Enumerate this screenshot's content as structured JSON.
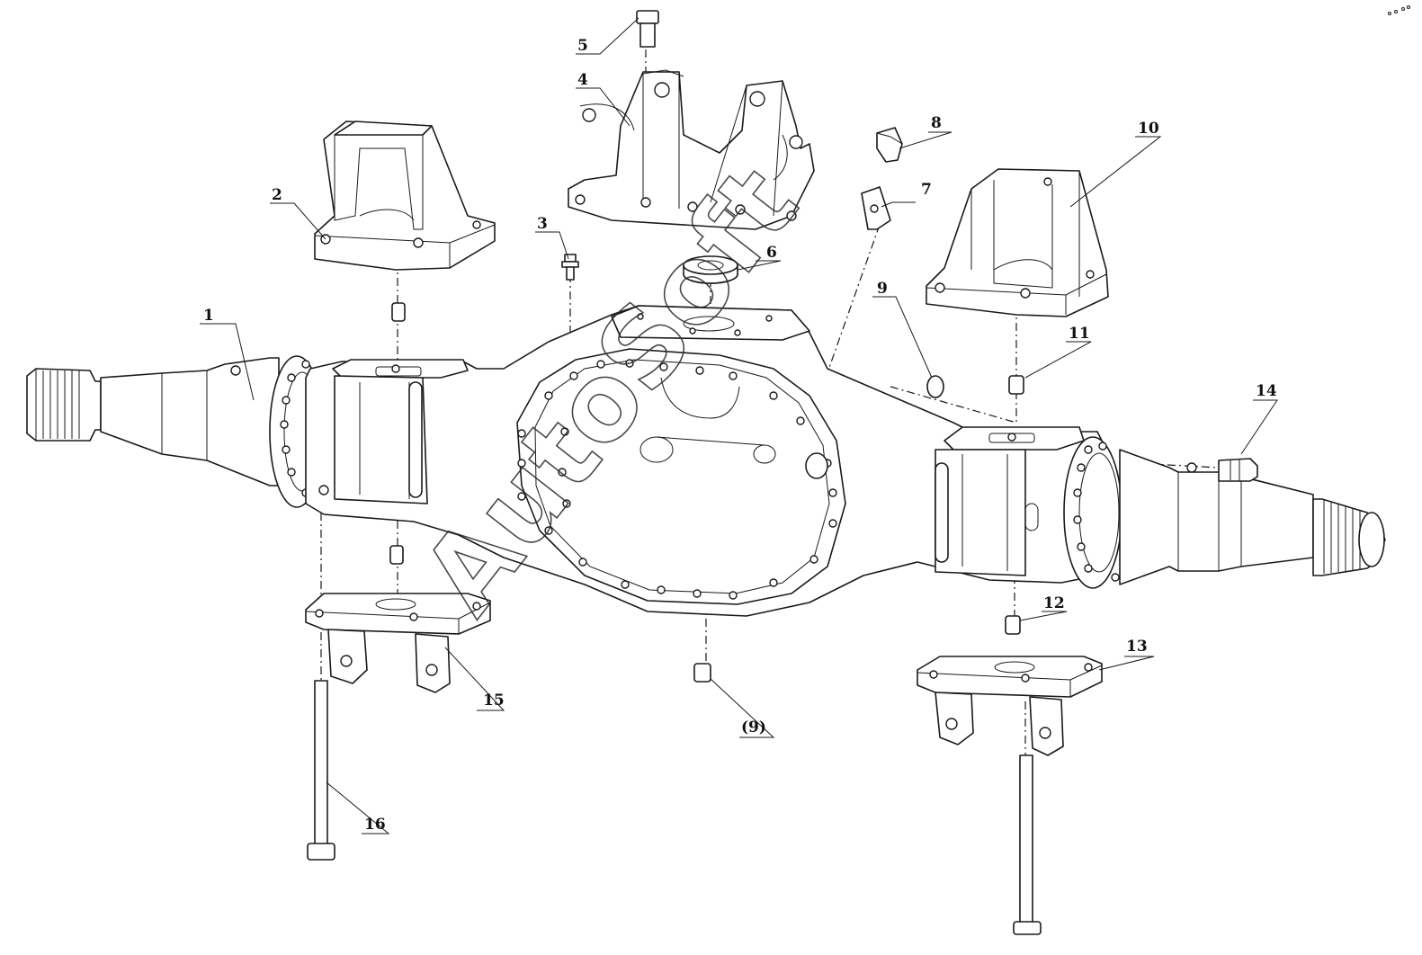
{
  "callouts": [
    {
      "label": "1"
    },
    {
      "label": "2"
    },
    {
      "label": "3"
    },
    {
      "label": "4"
    },
    {
      "label": "5"
    },
    {
      "label": "6"
    },
    {
      "label": "7"
    },
    {
      "label": "8"
    },
    {
      "label": "9"
    },
    {
      "label": "10"
    },
    {
      "label": "11"
    },
    {
      "label": "12"
    },
    {
      "label": "13"
    },
    {
      "label": "14"
    },
    {
      "label": "15"
    },
    {
      "label": "16"
    },
    {
      "label": "(9)"
    }
  ],
  "watermark": "AutoSoft",
  "colors": {
    "line": "#1a1a1a",
    "background": "#ffffff"
  }
}
